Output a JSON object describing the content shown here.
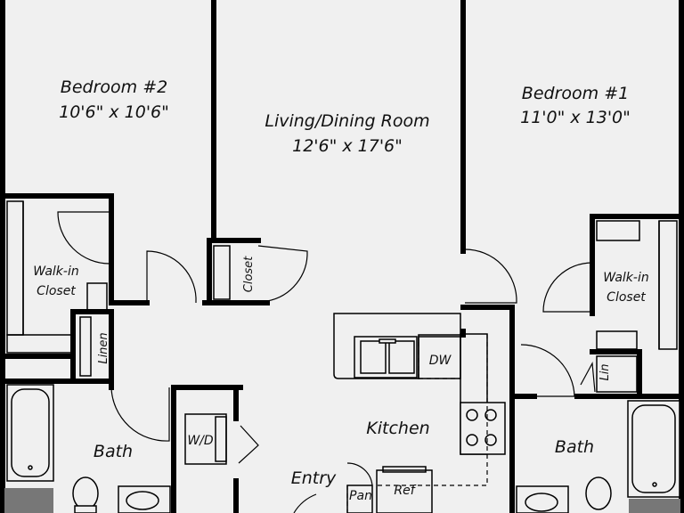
{
  "rooms": {
    "bedroom2": {
      "name": "Bedroom #2",
      "size": "10'6\" x 10'6\""
    },
    "living": {
      "name": "Living/Dining Room",
      "size": "12'6\" x 17'6\""
    },
    "bedroom1": {
      "name": "Bedroom #1",
      "size": "11'0\" x 13'0\""
    },
    "walkin_left": {
      "line1": "Walk-in",
      "line2": "Closet"
    },
    "walkin_right": {
      "line1": "Walk-in",
      "line2": "Closet"
    },
    "closet": "Closet",
    "linen": "Linen",
    "lin": "Lin",
    "wd": "W/D",
    "dw": "DW",
    "kitchen": "Kitchen",
    "bath_left": "Bath",
    "bath_right": "Bath",
    "entry": "Entry",
    "pan": "Pan",
    "ref": "Ref"
  }
}
